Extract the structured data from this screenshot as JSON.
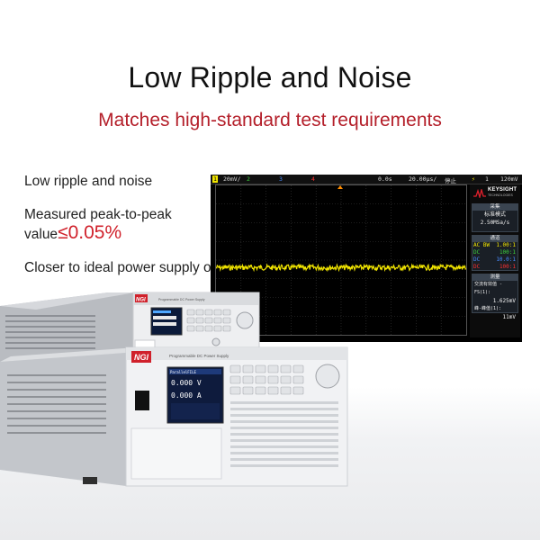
{
  "header": {
    "title": "Low Ripple and Noise",
    "subtitle": "Matches high-standard test requirements"
  },
  "features": {
    "item1": "Low ripple and noise",
    "item2_line1": "Measured peak-to-peak",
    "item2_line2": "value",
    "item2_value": "≤0.05%",
    "item3": "Closer to ideal power supply output"
  },
  "scope": {
    "top_bar": {
      "ch1": "1",
      "volts_div": "20mV/",
      "ch2": "2",
      "ch3": "3",
      "ch4": "4",
      "delay": "0.0s",
      "time_div": "20.00μs/",
      "status": "停止",
      "trig_icon": "trigger-icon",
      "trig_ch": "1",
      "trig_level": "120mV"
    },
    "brand": "KEYSIGHT",
    "brand_sub": "TECHNOLOGIES",
    "acq": {
      "header": "采集",
      "mode": "标准模式",
      "rate": "2.50MSa/s"
    },
    "channels": {
      "header": "通道",
      "rows": [
        {
          "label": "AC BW",
          "value": "1.00:1",
          "color": "#f2e600"
        },
        {
          "label": "DC",
          "value": "100:1",
          "color": "#3cd23c"
        },
        {
          "label": "DC",
          "value": "10.0:1",
          "color": "#4a8cff"
        },
        {
          "label": "DC",
          "value": "100:1",
          "color": "#ff3030"
        }
      ]
    },
    "meas": {
      "header": "测量",
      "label1": "交流有效值 - FS(1):",
      "value1": "1.625mV",
      "label2": "峰-峰值(1):",
      "value2": "11mV"
    },
    "trace_color": "#f2e600"
  },
  "devices": {
    "top_unit": {
      "logo": "NGI",
      "label": "Programmable DC Power Supply"
    },
    "bottom_unit": {
      "logo": "NGI",
      "label": "Programmable DC Power Supply",
      "voltage": "0.000 V",
      "current": "0.000 A",
      "status": "ParallelFILE"
    }
  }
}
